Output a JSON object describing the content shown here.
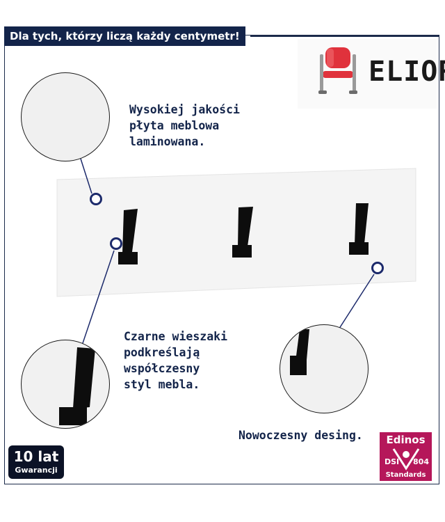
{
  "header": {
    "title": "Dla tych, którzy liczą każdy centymetr!"
  },
  "brand": {
    "name": "ELIOR",
    "logo_icon": "red-chair-icon"
  },
  "captions": {
    "board": "Wysokiej jakości\npłyta meblowa\nlaminowana.",
    "hooks": "Czarne wieszaki\npodkreślają\nwspółczesny\nstyl mebla.",
    "design": "Nowoczesny desing."
  },
  "badges": {
    "warranty_big": "10 lat",
    "warranty_small": "Gwarancji",
    "edinos_top": "Edinos",
    "edinos_left": "DSI",
    "edinos_right": "804",
    "edinos_bottom": "Standards"
  },
  "colors": {
    "navy": "#13244a",
    "marker": "#1c2a6b",
    "hook": "#0d0d0d",
    "chair_red": "#e0323c",
    "edinos": "#b5175a"
  }
}
